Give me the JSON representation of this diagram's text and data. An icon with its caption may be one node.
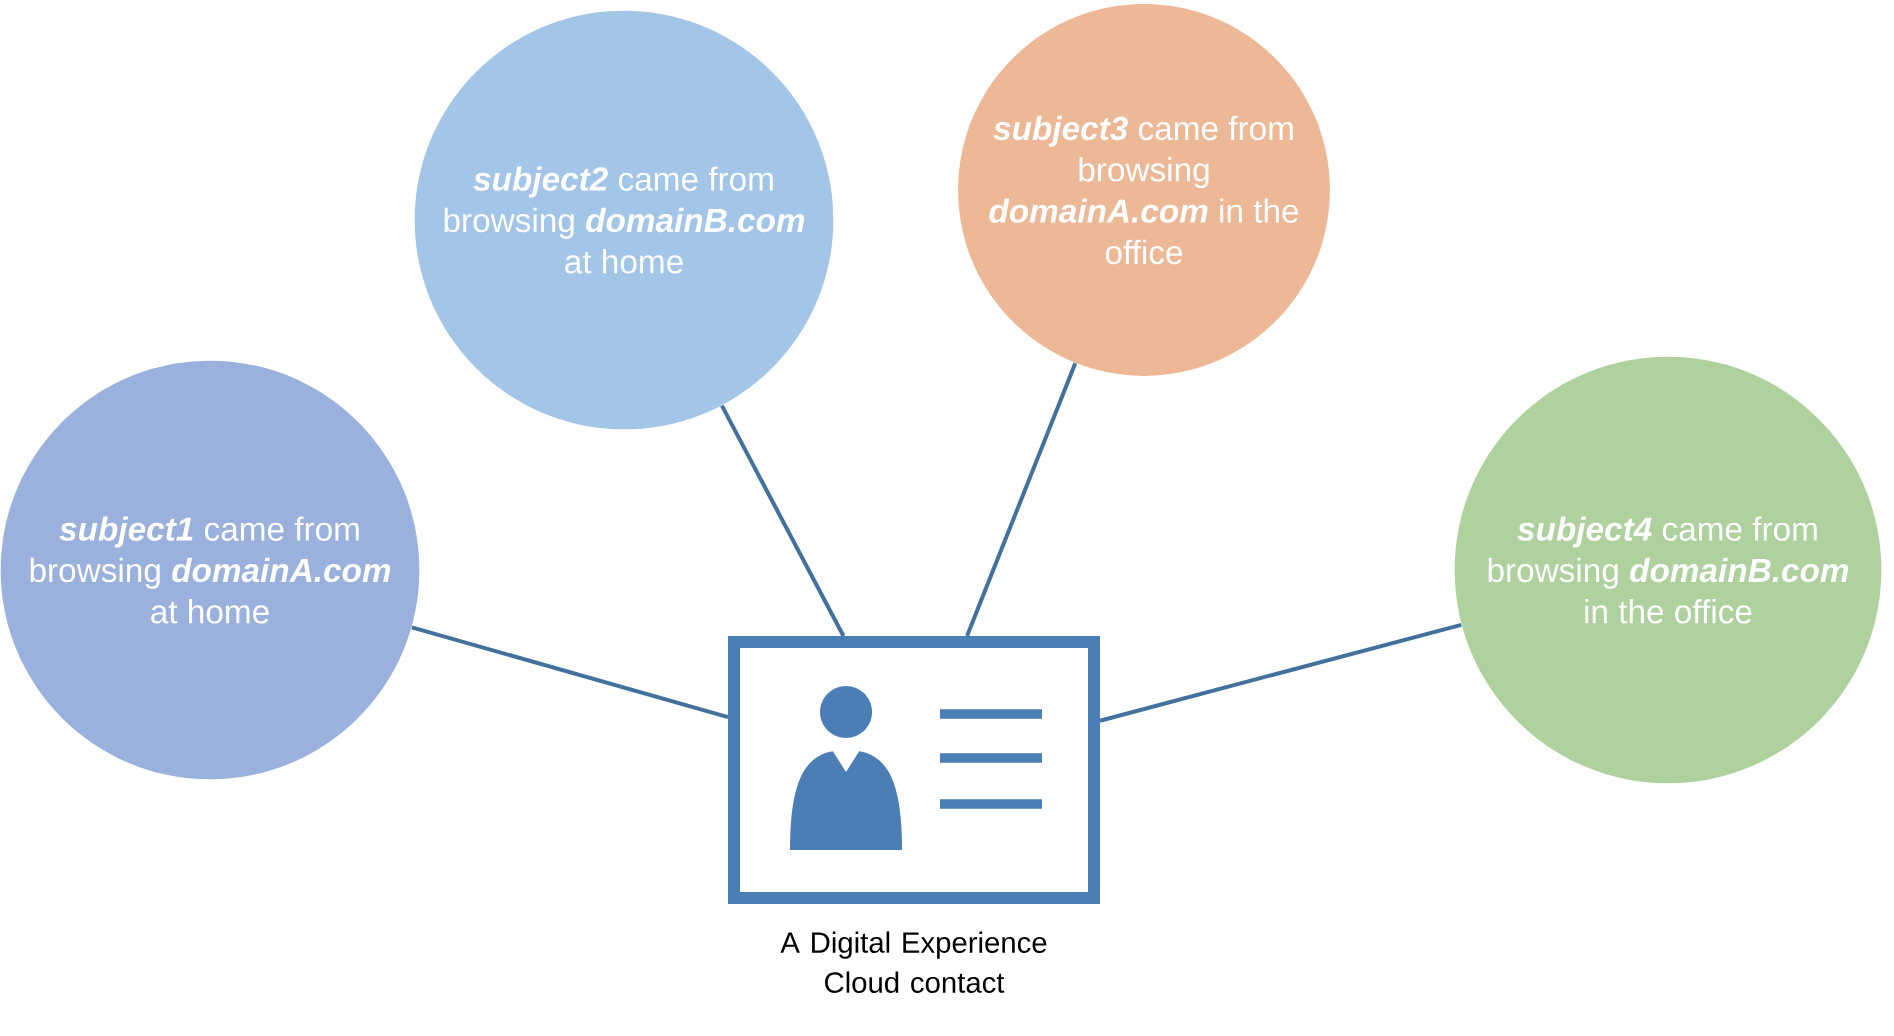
{
  "diagram": {
    "nodes": [
      {
        "text": [
          "**subject1** came from browsing **domainA.com** at home"
        ]
      },
      {
        "text": [
          "**subject2** came from browsing **domainB.com** at home"
        ]
      },
      {
        "text": [
          "**subject3** came from browsing **domainA.com** in the office"
        ]
      },
      {
        "text": [
          "**subject4** came from browsing **domainB.com** in the office"
        ]
      },
      {
        "text": [
          "A Digital Experience Cloud contact"
        ]
      }
    ],
    "edges": [
      {
        "from": 4,
        "to": 0,
        "arrow": "none"
      },
      {
        "from": 4,
        "to": 1,
        "arrow": "none"
      },
      {
        "from": 4,
        "to": 2,
        "arrow": "none"
      },
      {
        "from": 4,
        "to": 3,
        "arrow": "none"
      }
    ]
  }
}
